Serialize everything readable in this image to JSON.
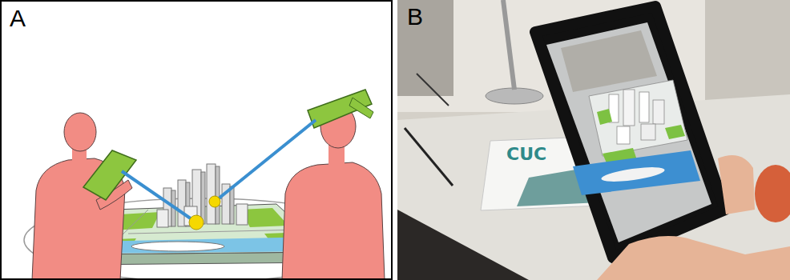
{
  "diagram": {
    "nodes": [
      {
        "text": [
          "A"
        ]
      },
      {
        "text": [
          "B"
        ]
      }
    ],
    "labels": [
      "CUC"
    ]
  }
}
